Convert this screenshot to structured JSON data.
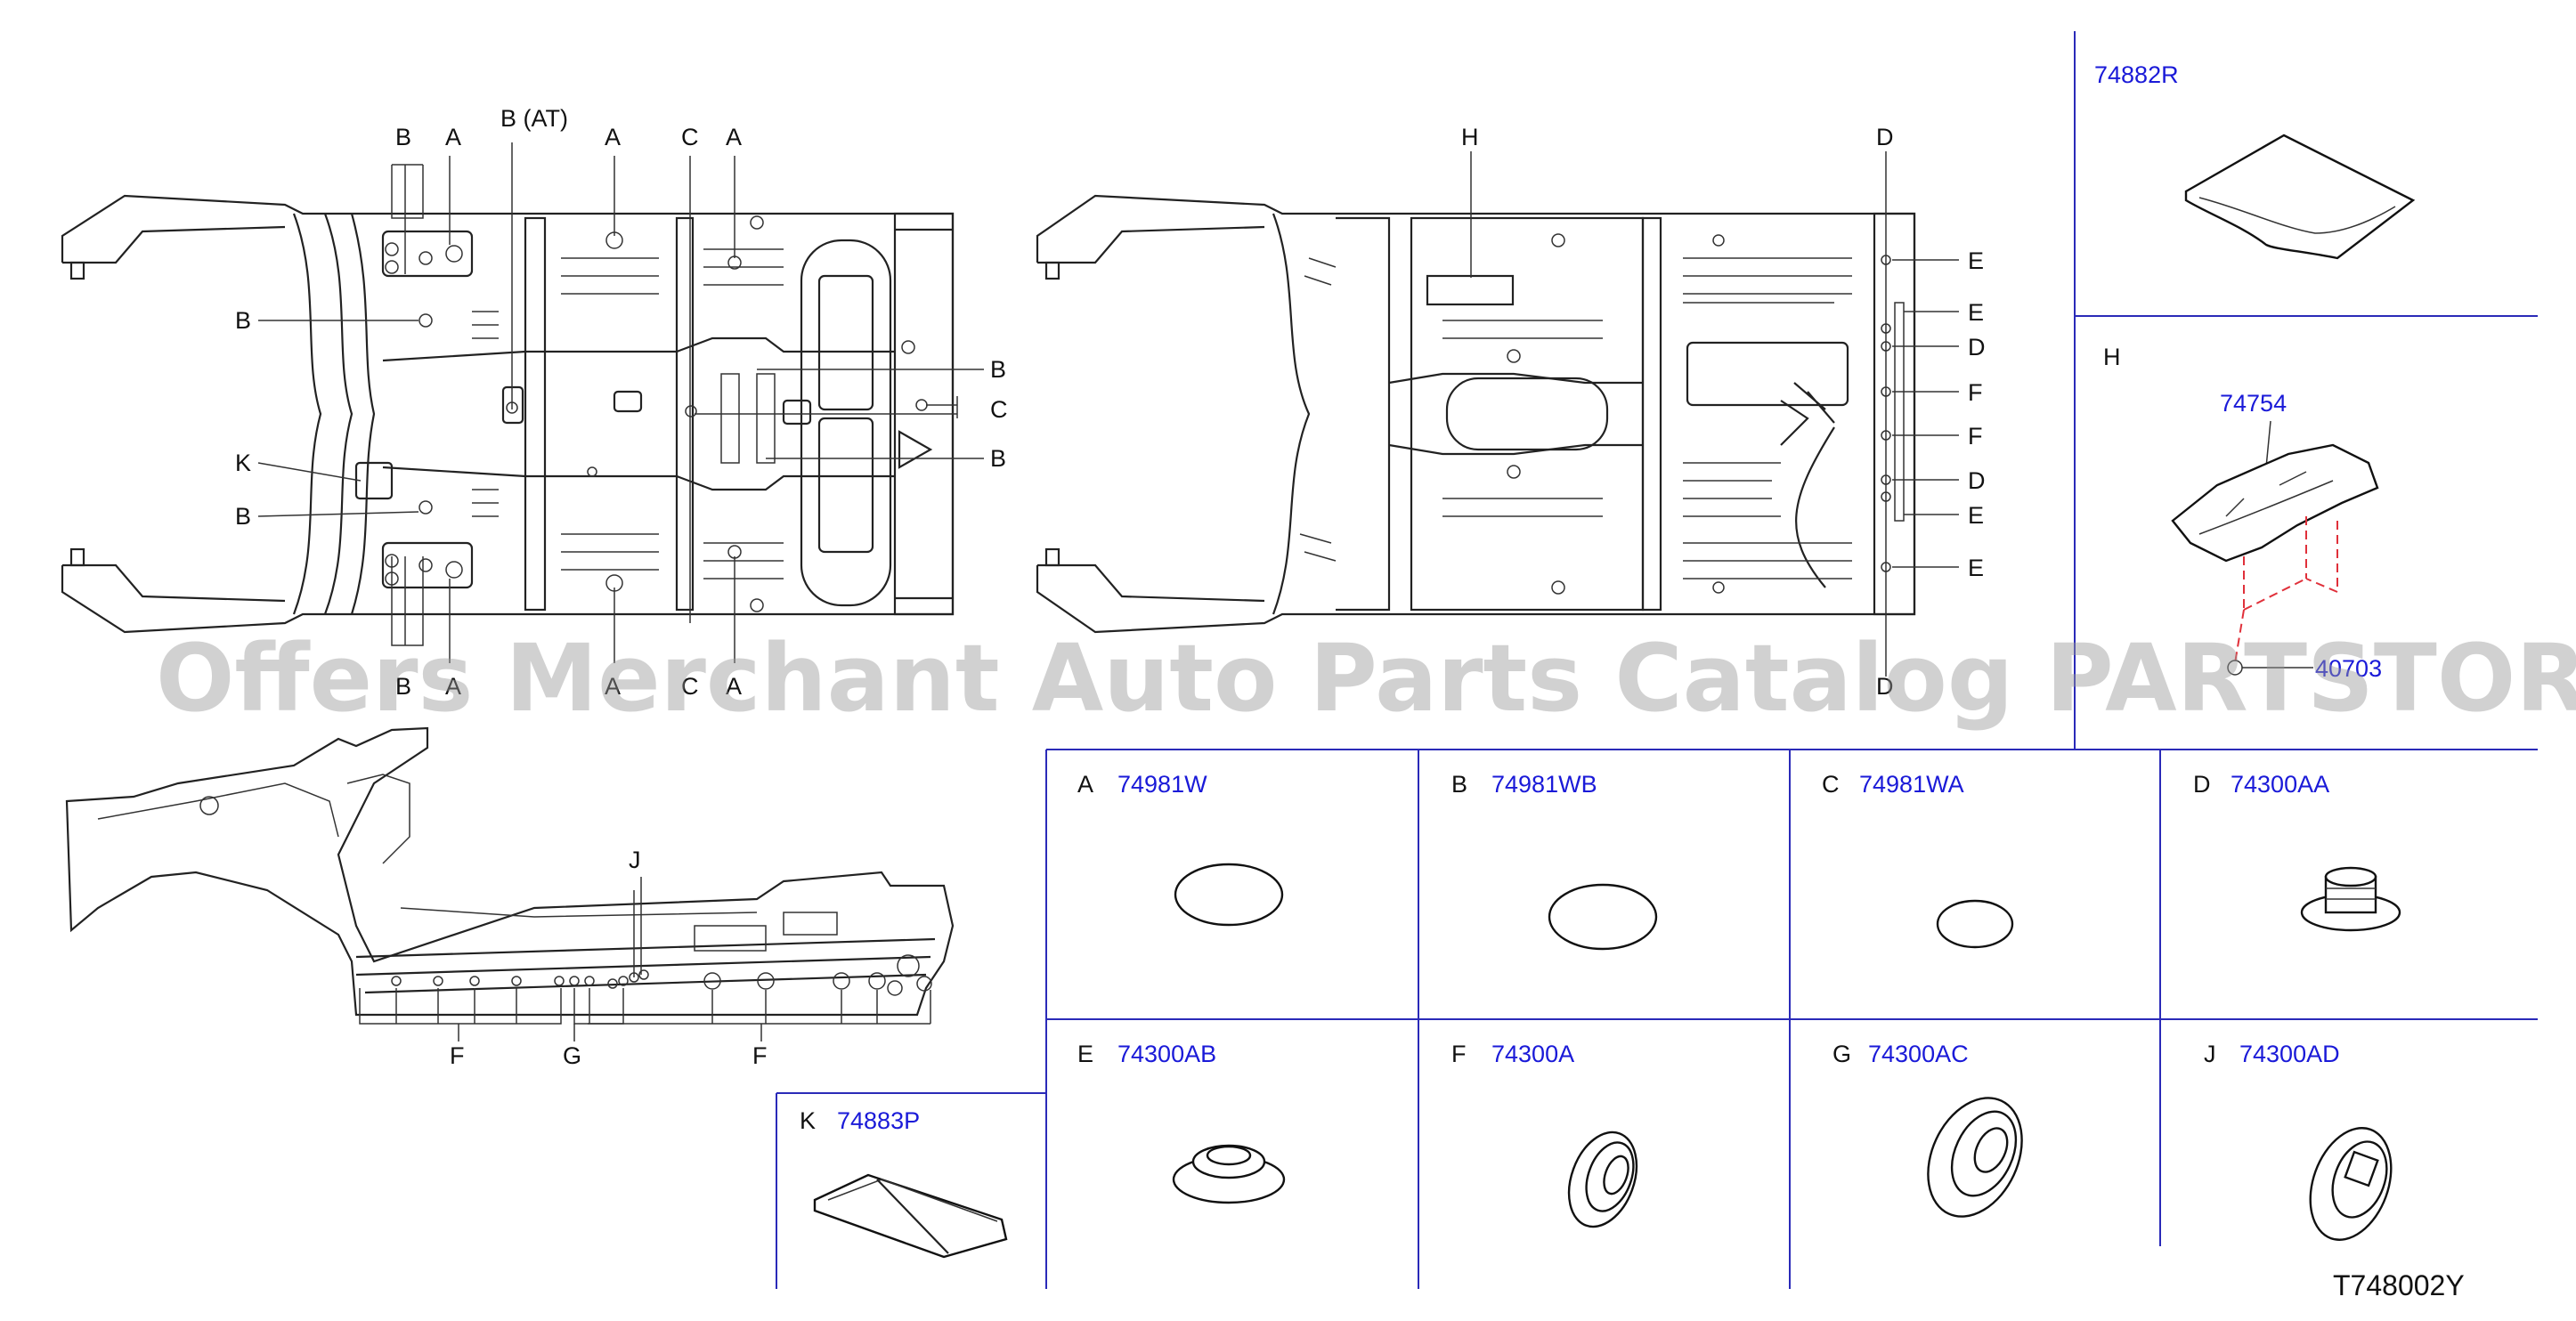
{
  "diagram": {
    "code": "T748002Y",
    "watermark": "Offers Merchant Auto Parts Catalog PARTSTORE.SA",
    "colors": {
      "part_number": "#1a1ad8",
      "frame": "#2a2ab8",
      "leader": "#e0303a"
    },
    "view1_callouts": {
      "top": [
        "B",
        "A",
        "B (AT)",
        "A",
        "C",
        "A"
      ],
      "left": [
        "B",
        "K",
        "B"
      ],
      "right": [
        "B",
        "C",
        "B"
      ],
      "bottom": [
        "B",
        "A",
        "A",
        "C",
        "A"
      ]
    },
    "view2_callouts": {
      "top": [
        "H",
        "D"
      ],
      "right": [
        "E",
        "E",
        "D",
        "F",
        "F",
        "D",
        "E",
        "E"
      ],
      "bottom": [
        "D"
      ]
    },
    "side_callouts": [
      "J",
      "F",
      "G",
      "F"
    ]
  },
  "parts": [
    {
      "key": "A",
      "part_no": "74981W"
    },
    {
      "key": "B",
      "part_no": "74981WB"
    },
    {
      "key": "C",
      "part_no": "74981WA"
    },
    {
      "key": "D",
      "part_no": "74300AA"
    },
    {
      "key": "E",
      "part_no": "74300AB"
    },
    {
      "key": "F",
      "part_no": "74300A"
    },
    {
      "key": "G",
      "part_no": "74300AC"
    },
    {
      "key": "J",
      "part_no": "74300AD"
    },
    {
      "key": "K",
      "part_no": "74883P"
    }
  ],
  "side_panel": {
    "top_part": "74882R",
    "h_key": "H",
    "h_part": "74754",
    "h_sub_part": "40703"
  }
}
